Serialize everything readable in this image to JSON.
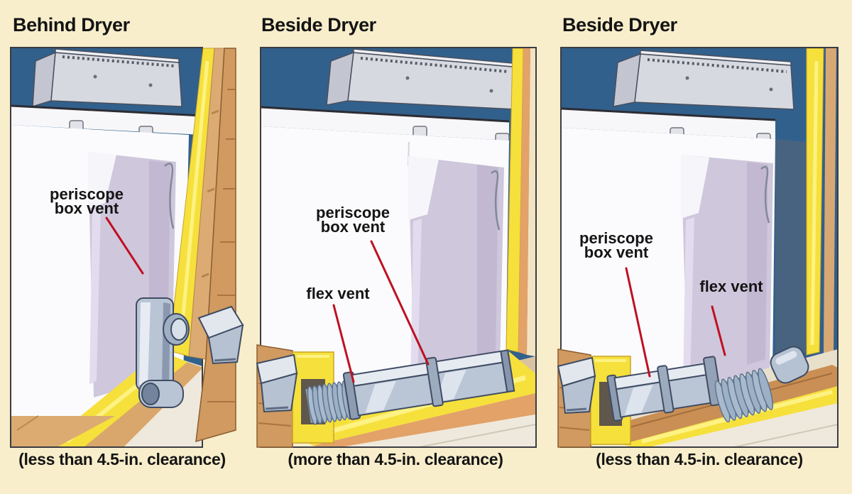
{
  "figure": {
    "background_color": "#f8eecb",
    "wall_blue": "#31608c",
    "insulation_yellow": "#f6e03c",
    "metal_silver": "#bac6d5",
    "leader_red": "#bf1022",
    "text_color": "#141414"
  },
  "panels": [
    {
      "title": "Behind Dryer",
      "caption": "(less than 4.5-in. clearance)",
      "labels": [
        {
          "name": "periscope box vent",
          "lines": [
            "periscope",
            "box vent"
          ]
        }
      ]
    },
    {
      "title": "Beside Dryer",
      "caption": "(more than 4.5-in. clearance)",
      "labels": [
        {
          "name": "periscope box vent",
          "lines": [
            "periscope",
            "box vent"
          ]
        },
        {
          "name": "flex vent",
          "lines": [
            "flex vent"
          ]
        }
      ]
    },
    {
      "title": "Beside Dryer",
      "caption": "(less than 4.5-in. clearance)",
      "labels": [
        {
          "name": "periscope box vent",
          "lines": [
            "periscope",
            "box vent"
          ]
        },
        {
          "name": "flex vent",
          "lines": [
            "flex vent"
          ]
        }
      ]
    }
  ]
}
